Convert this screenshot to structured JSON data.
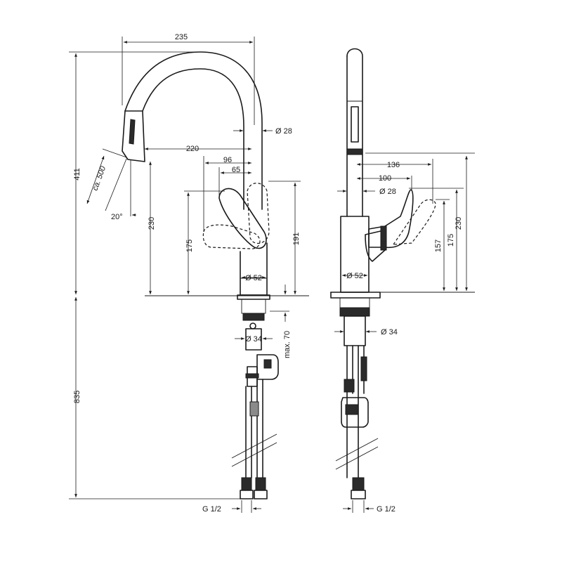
{
  "colors": {
    "line": "#1a1a1a",
    "background": "#ffffff"
  },
  "dimensions": {
    "spout_reach": "235",
    "spray_reach": "220",
    "handle_96": "96",
    "handle_65": "65",
    "spout_dia": "Ø 28",
    "hose_reach": "ca. 500",
    "spray_angle": "20°",
    "height_411": "411",
    "height_230": "230",
    "height_175": "175",
    "height_191": "191",
    "body_dia": "Ø 52",
    "shank_dia": "Ø 34",
    "max_70": "max. 70",
    "height_835": "835",
    "connection": "G 1/2",
    "side_136": "136",
    "side_100": "100",
    "side_spout_dia": "Ø 28",
    "side_230": "230",
    "side_175": "175",
    "side_157": "157",
    "side_body_dia": "Ø 52",
    "side_shank_dia": "Ø 34",
    "side_connection": "G 1/2"
  }
}
